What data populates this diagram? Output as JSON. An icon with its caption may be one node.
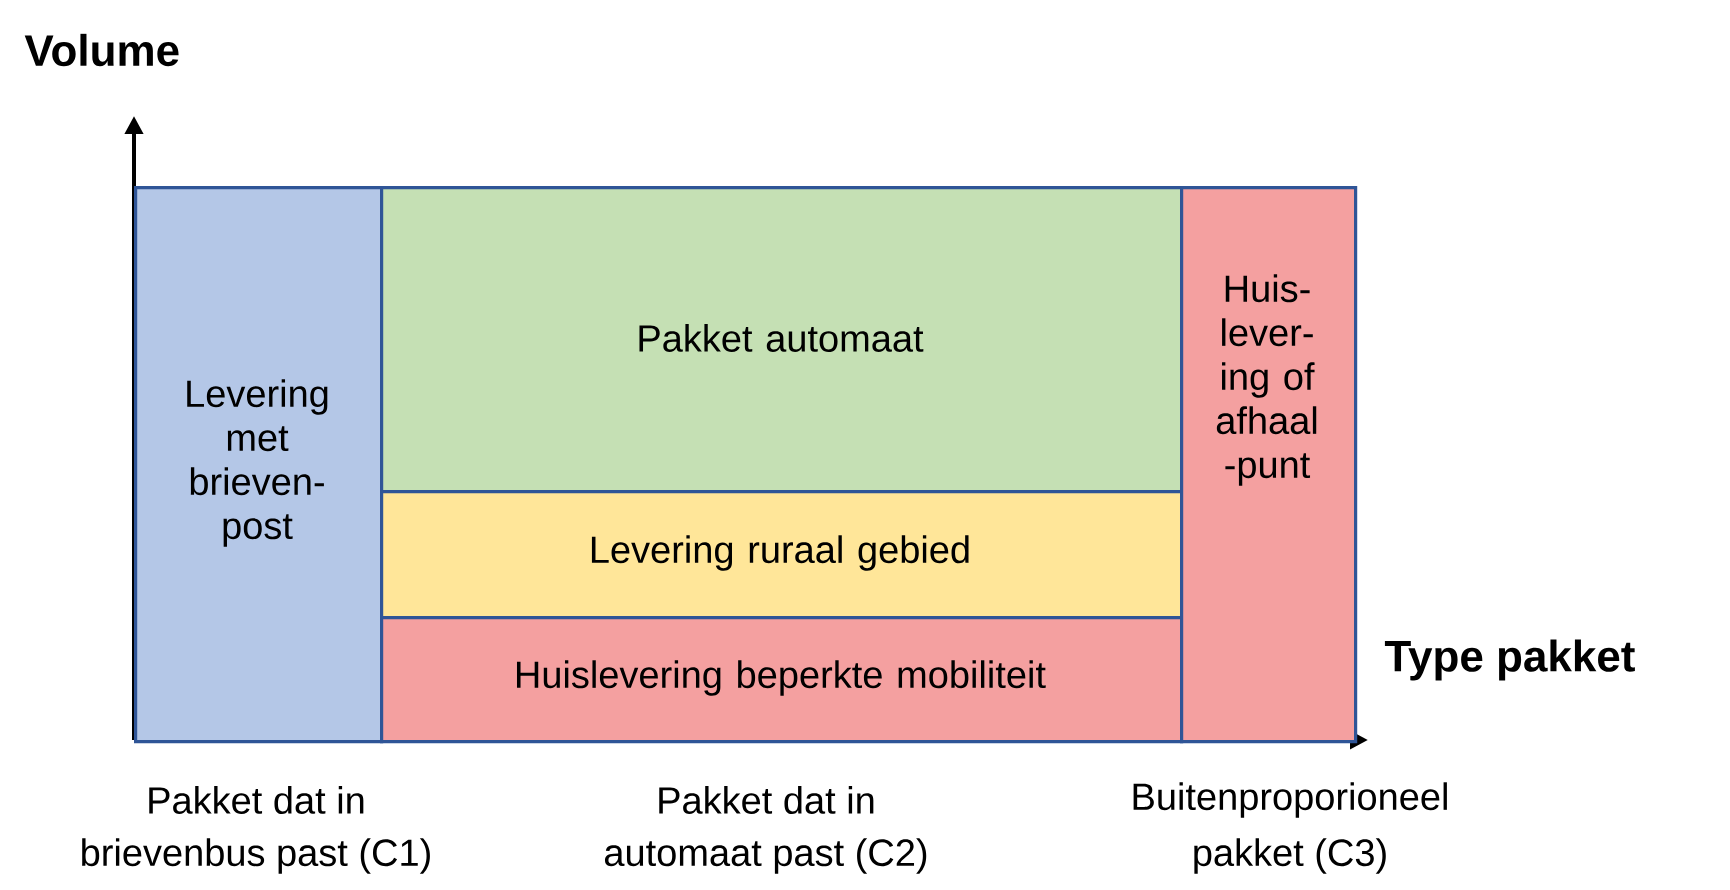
{
  "diagram": {
    "nodes": [
      {
        "text": [
          "Levering met brieven- post"
        ]
      },
      {
        "text": [
          "Pakket automaat"
        ]
      },
      {
        "text": [
          "Levering ruraal gebied"
        ]
      },
      {
        "text": [
          "Huislevering beperkte mobiliteit"
        ]
      },
      {
        "text": [
          "Huis- lever- ing of afhaal -punt"
        ]
      }
    ],
    "labels": [
      "Volume",
      "Type pakket",
      "Pakket dat in",
      "brievenbus past (C1)",
      "Pakket dat in",
      "automaat past (C2)",
      "Buitenproporioneel",
      "pakket (C3)"
    ]
  }
}
